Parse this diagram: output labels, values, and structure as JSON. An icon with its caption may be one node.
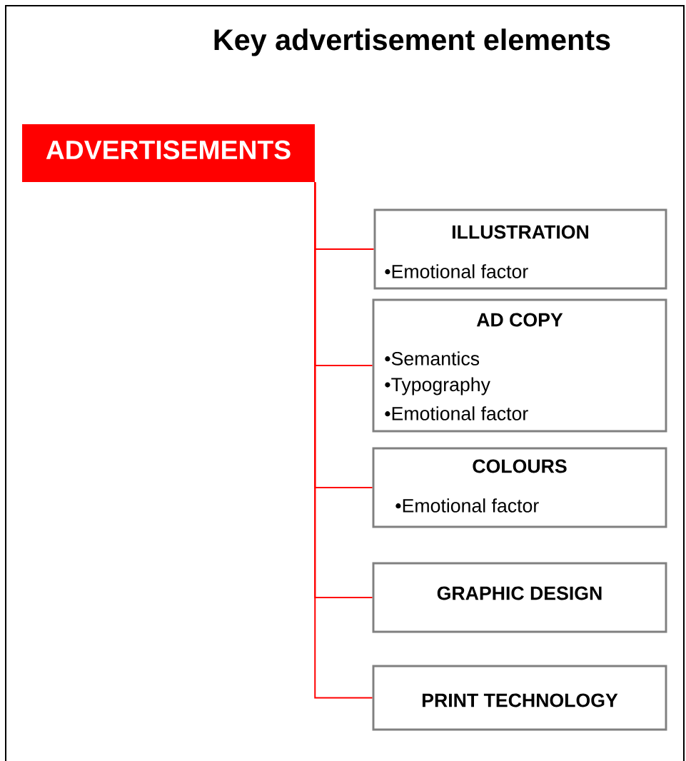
{
  "diagram": {
    "title": "Key advertisement elements",
    "nodes": [
      {
        "text": [
          "ADVERTISEMENTS"
        ]
      },
      {
        "text": [
          "ILLUSTRATION",
          "•Emotional factor"
        ]
      },
      {
        "text": [
          "AD COPY",
          "•Semantics",
          "•Typography",
          "•Emotional factor"
        ]
      },
      {
        "text": [
          "COLOURS",
          "•Emotional factor"
        ]
      },
      {
        "text": [
          "GRAPHIC DESIGN"
        ]
      },
      {
        "text": [
          "PRINT TECHNOLOGY"
        ]
      }
    ],
    "edges": [
      {
        "from": 0,
        "to": 1,
        "arrow": "none"
      },
      {
        "from": 0,
        "to": 2,
        "arrow": "none"
      },
      {
        "from": 0,
        "to": 3,
        "arrow": "none"
      },
      {
        "from": 0,
        "to": 4,
        "arrow": "none"
      },
      {
        "from": 0,
        "to": 5,
        "arrow": "none"
      }
    ]
  }
}
